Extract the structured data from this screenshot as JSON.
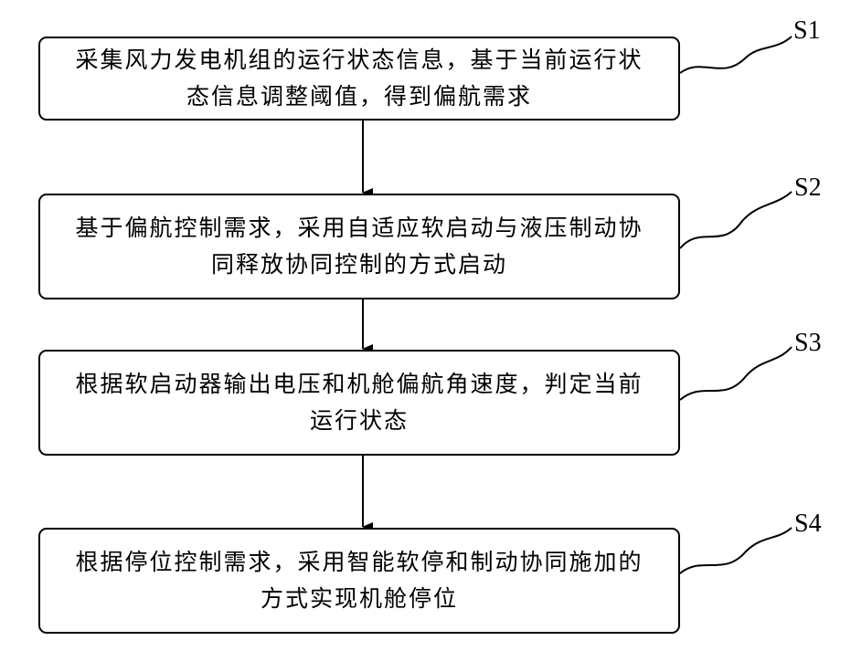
{
  "steps": [
    {
      "id": "S1",
      "line1": "采集风力发电机组的运行状态信息，基于当前运行状",
      "line2": "态信息调整阈值，得到偏航需求"
    },
    {
      "id": "S2",
      "line1": "基于偏航控制需求，采用自适应软启动与液压制动协",
      "line2": "同释放协同控制的方式启动"
    },
    {
      "id": "S3",
      "line1": "根据软启动器输出电压和机舱偏航角速度，判定当前",
      "line2": "运行状态"
    },
    {
      "id": "S4",
      "line1": "根据停位控制需求，采用智能软停和制动协同施加的",
      "line2": "方式实现机舱停位"
    }
  ]
}
